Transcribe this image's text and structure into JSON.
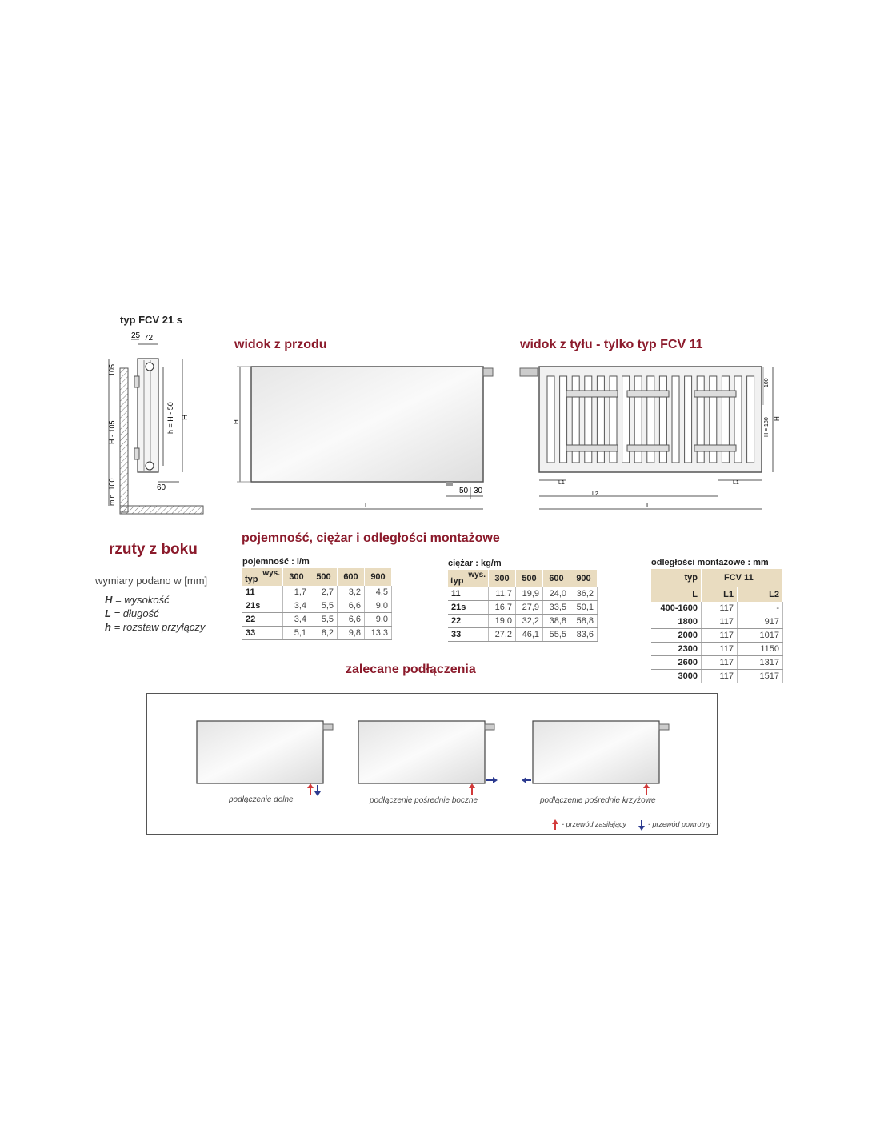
{
  "side": {
    "title": "typ FCV 21 s",
    "dims": {
      "d25": "25",
      "d72": "72",
      "d105": "105",
      "dh105": "H - 105",
      "dmin100": "min. 100",
      "d60": "60",
      "dh50": "h = H - 50",
      "dH": "H"
    },
    "projection_title": "rzuty z boku",
    "units_note": "wymiary podano w [mm]",
    "legend": [
      {
        "sym": "H",
        "txt": "= wysokość"
      },
      {
        "sym": "L",
        "txt": "= długość"
      },
      {
        "sym": "h",
        "txt": "= rozstaw przyłączy"
      }
    ]
  },
  "front": {
    "title": "widok z przodu",
    "labels": {
      "H": "H",
      "L": "L",
      "d50": "50",
      "d30": "30"
    }
  },
  "back": {
    "title": "widok z tyłu - tylko typ FCV 11",
    "labels": {
      "L1a": "L1",
      "L1b": "L1",
      "L2": "L2",
      "L": "L",
      "d100": "100",
      "dH180": "H = 180",
      "H": "H"
    }
  },
  "tables_title": "pojemność, ciężar i odległości montażowe",
  "capacity": {
    "caption": "pojemność : l/m",
    "corner_top": "wys.",
    "corner_bottom": "typ",
    "cols": [
      "300",
      "500",
      "600",
      "900"
    ],
    "rows": [
      {
        "typ": "11",
        "v": [
          "1,7",
          "2,7",
          "3,2",
          "4,5"
        ]
      },
      {
        "typ": "21s",
        "v": [
          "3,4",
          "5,5",
          "6,6",
          "9,0"
        ]
      },
      {
        "typ": "22",
        "v": [
          "3,4",
          "5,5",
          "6,6",
          "9,0"
        ]
      },
      {
        "typ": "33",
        "v": [
          "5,1",
          "8,2",
          "9,8",
          "13,3"
        ]
      }
    ]
  },
  "weight": {
    "caption": "ciężar : kg/m",
    "corner_top": "wys.",
    "corner_bottom": "typ",
    "cols": [
      "300",
      "500",
      "600",
      "900"
    ],
    "rows": [
      {
        "typ": "11",
        "v": [
          "11,7",
          "19,9",
          "24,0",
          "36,2"
        ]
      },
      {
        "typ": "21s",
        "v": [
          "16,7",
          "27,9",
          "33,5",
          "50,1"
        ]
      },
      {
        "typ": "22",
        "v": [
          "19,0",
          "32,2",
          "38,8",
          "58,8"
        ]
      },
      {
        "typ": "33",
        "v": [
          "27,2",
          "46,1",
          "55,5",
          "83,6"
        ]
      }
    ]
  },
  "mount": {
    "caption": "odległości montażowe : mm",
    "h_typ": "typ",
    "h_fcv": "FCV 11",
    "h_L": "L",
    "h_L1": "L1",
    "h_L2": "L2",
    "rows": [
      {
        "L": "400-1600",
        "L1": "117",
        "L2": "-"
      },
      {
        "L": "1800",
        "L1": "117",
        "L2": "917"
      },
      {
        "L": "2000",
        "L1": "117",
        "L2": "1017"
      },
      {
        "L": "2300",
        "L1": "117",
        "L2": "1150"
      },
      {
        "L": "2600",
        "L1": "117",
        "L2": "1317"
      },
      {
        "L": "3000",
        "L1": "117",
        "L2": "1517"
      }
    ]
  },
  "connections": {
    "title": "zalecane podłączenia",
    "items": [
      "podłączenie dolne",
      "podłączenie pośrednie boczne",
      "podłączenie pośrednie krzyżowe"
    ],
    "legend_supply": "- przewód zasilający",
    "legend_return": "- przewód powrotny",
    "colors": {
      "supply": "#d23a3a",
      "return": "#2b3a8f"
    }
  }
}
